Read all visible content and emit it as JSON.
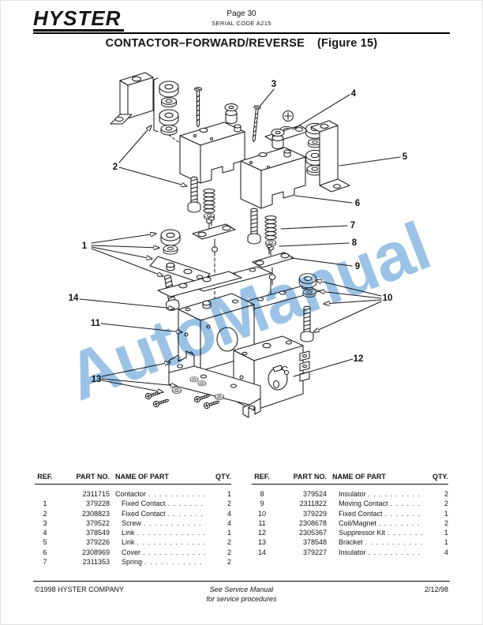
{
  "page": {
    "logo": "HYSTER",
    "page_label": "Page 30",
    "serial_label": "SERIAL CODE A215",
    "title": "CONTACTOR–FORWARD/REVERSE",
    "figure_label": "(Figure 15)"
  },
  "watermark": {
    "text": "AutoManual",
    "color": "#9cc3e6"
  },
  "diagram": {
    "callouts": {
      "c1": "1",
      "c2": "2",
      "c3": "3",
      "c4": "4",
      "c5": "5",
      "c6": "6",
      "c7": "7",
      "c8": "8",
      "c9": "9",
      "c10": "10",
      "c11": "11",
      "c12": "12",
      "c13": "13",
      "c14": "14"
    }
  },
  "tables": {
    "headers": {
      "ref": "REF.",
      "part_no": "PART NO.",
      "name": "NAME OF PART",
      "qty": "QTY."
    },
    "left": {
      "rows": [
        {
          "ref": "",
          "part_no": "2311715",
          "name": "Contactor",
          "qty": "1"
        },
        {
          "ref": "1",
          "part_no": "379228",
          "name": "Fixed Contact",
          "qty": "2"
        },
        {
          "ref": "2",
          "part_no": "2308823",
          "name": "Fixed Contact",
          "qty": "4"
        },
        {
          "ref": "3",
          "part_no": "379522",
          "name": "Screw",
          "qty": "4"
        },
        {
          "ref": "4",
          "part_no": "378549",
          "name": "Link",
          "qty": "1"
        },
        {
          "ref": "5",
          "part_no": "379226",
          "name": "Link",
          "qty": "2"
        },
        {
          "ref": "6",
          "part_no": "2308969",
          "name": "Cover",
          "qty": "2"
        },
        {
          "ref": "7",
          "part_no": "2311353",
          "name": "Spring",
          "qty": "2"
        }
      ]
    },
    "right": {
      "rows": [
        {
          "ref": "8",
          "part_no": "379524",
          "name": "Insulator",
          "qty": "2"
        },
        {
          "ref": "9",
          "part_no": "2311822",
          "name": "Moving Contact",
          "qty": "2"
        },
        {
          "ref": "10",
          "part_no": "379229",
          "name": "Fixed Contact",
          "qty": "1"
        },
        {
          "ref": "11",
          "part_no": "2308678",
          "name": "Coil/Magnet",
          "qty": "2"
        },
        {
          "ref": "12",
          "part_no": "2305367",
          "name": "Suppressor Kit",
          "qty": "1"
        },
        {
          "ref": "13",
          "part_no": "378548",
          "name": "Bracket",
          "qty": "1"
        },
        {
          "ref": "14",
          "part_no": "379227",
          "name": "Insulator",
          "qty": "4"
        }
      ]
    }
  },
  "footer": {
    "copyright": "©1998 HYSTER COMPANY",
    "center_line1": "See Service Manual",
    "center_line2": "for service procedures",
    "date": "2/12/98"
  }
}
